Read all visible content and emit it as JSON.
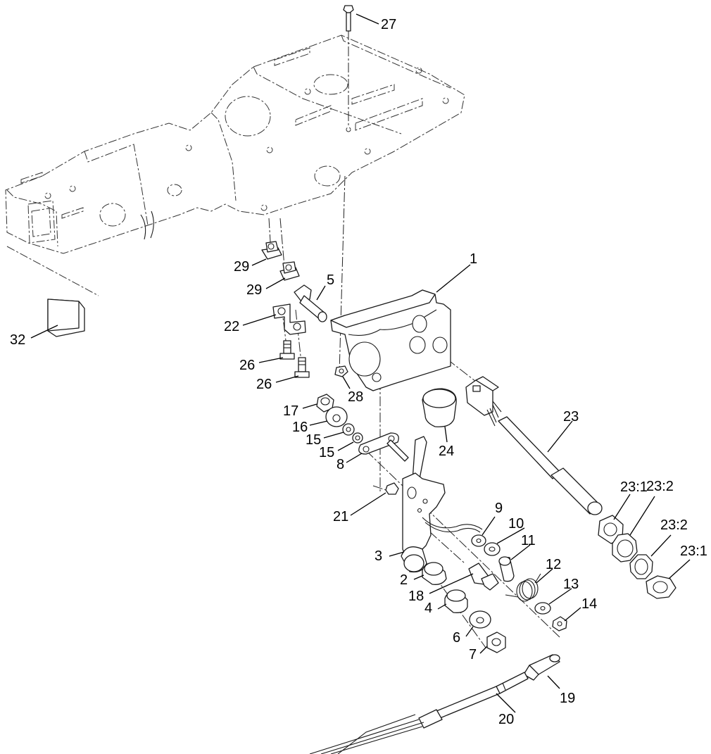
{
  "diagram": {
    "callouts": [
      {
        "id": "c27",
        "text": "27"
      },
      {
        "id": "c1",
        "text": "1"
      },
      {
        "id": "c29a",
        "text": "29"
      },
      {
        "id": "c29b",
        "text": "29"
      },
      {
        "id": "c5",
        "text": "5"
      },
      {
        "id": "c22",
        "text": "22"
      },
      {
        "id": "c32",
        "text": "32"
      },
      {
        "id": "c26a",
        "text": "26"
      },
      {
        "id": "c26b",
        "text": "26"
      },
      {
        "id": "c28",
        "text": "28"
      },
      {
        "id": "c17",
        "text": "17"
      },
      {
        "id": "c16",
        "text": "16"
      },
      {
        "id": "c15a",
        "text": "15"
      },
      {
        "id": "c15b",
        "text": "15"
      },
      {
        "id": "c8",
        "text": "8"
      },
      {
        "id": "c24",
        "text": "24"
      },
      {
        "id": "c23",
        "text": "23"
      },
      {
        "id": "c21",
        "text": "21"
      },
      {
        "id": "c9",
        "text": "9"
      },
      {
        "id": "c10",
        "text": "10"
      },
      {
        "id": "c11",
        "text": "11"
      },
      {
        "id": "c12",
        "text": "12"
      },
      {
        "id": "c13",
        "text": "13"
      },
      {
        "id": "c14",
        "text": "14"
      },
      {
        "id": "c3",
        "text": "3"
      },
      {
        "id": "c2",
        "text": "2"
      },
      {
        "id": "c18",
        "text": "18"
      },
      {
        "id": "c4",
        "text": "4"
      },
      {
        "id": "c6",
        "text": "6"
      },
      {
        "id": "c7",
        "text": "7"
      },
      {
        "id": "c19",
        "text": "19"
      },
      {
        "id": "c20",
        "text": "20"
      },
      {
        "id": "c231a",
        "text": "23:1"
      },
      {
        "id": "c232a",
        "text": "23:2"
      },
      {
        "id": "c232b",
        "text": "23:2"
      },
      {
        "id": "c231b",
        "text": "23:1"
      }
    ]
  }
}
